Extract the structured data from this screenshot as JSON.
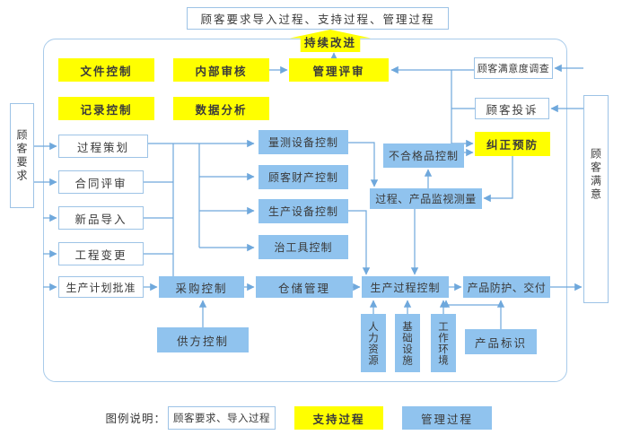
{
  "top_banner": {
    "label": "顾客要求导入过程、支持过程、管理过程"
  },
  "continuous_improvement": {
    "label": "持续改进"
  },
  "left_bar": {
    "label": "顾客要求"
  },
  "right_bar": {
    "label": "顾客满意"
  },
  "nodes": {
    "doc_control": {
      "label": "文件控制",
      "type": "support"
    },
    "internal_audit": {
      "label": "内部审核",
      "type": "support"
    },
    "mgmt_review": {
      "label": "管理评审",
      "type": "support"
    },
    "record_control": {
      "label": "记录控制",
      "type": "support"
    },
    "data_analysis": {
      "label": "数据分析",
      "type": "support"
    },
    "satisfaction_survey": {
      "label": "顾客满意度调查",
      "type": "customer"
    },
    "customer_complaint": {
      "label": "顾客投诉",
      "type": "customer"
    },
    "corrective_preventive": {
      "label": "纠正预防",
      "type": "support"
    },
    "nonconforming_control": {
      "label": "不合格品控制",
      "type": "management"
    },
    "process_product_monitoring": {
      "label": "过程、产品监视测量",
      "type": "management"
    },
    "process_planning": {
      "label": "过程策划",
      "type": "customer"
    },
    "contract_review": {
      "label": "合同评审",
      "type": "customer"
    },
    "new_product_intro": {
      "label": "新品导入",
      "type": "customer"
    },
    "engineering_change": {
      "label": "工程变更",
      "type": "customer"
    },
    "production_plan_approval": {
      "label": "生产计划批准",
      "type": "customer"
    },
    "measuring_equipment": {
      "label": "量测设备控制",
      "type": "management"
    },
    "customer_property": {
      "label": "顾客财产控制",
      "type": "management"
    },
    "production_equipment": {
      "label": "生产设备控制",
      "type": "management"
    },
    "jig_tool_control": {
      "label": "治工具控制",
      "type": "management"
    },
    "purchasing_control": {
      "label": "采购控制",
      "type": "management"
    },
    "warehouse_mgmt": {
      "label": "仓储管理",
      "type": "management"
    },
    "production_process_control": {
      "label": "生产过程控制",
      "type": "management"
    },
    "product_protection_delivery": {
      "label": "产品防护、交付",
      "type": "management"
    },
    "supplier_control": {
      "label": "供方控制",
      "type": "management"
    },
    "human_resources": {
      "label": "人力资源",
      "type": "management"
    },
    "infrastructure": {
      "label": "基础设施",
      "type": "management"
    },
    "work_environment": {
      "label": "工作环境",
      "type": "management"
    },
    "product_identification": {
      "label": "产品标识",
      "type": "management"
    }
  },
  "legend": {
    "title": "图例说明：",
    "items": [
      {
        "label": "顾客要求、导入过程",
        "type": "customer"
      },
      {
        "label": "支持过程",
        "type": "support"
      },
      {
        "label": "管理过程",
        "type": "management"
      }
    ]
  },
  "colors": {
    "support_fill": "#FFFF00",
    "management_fill": "#90C3EE",
    "customer_fill": "#FFFFFF",
    "line": "#6FA8DC",
    "box_border": "#9DC3E6"
  }
}
